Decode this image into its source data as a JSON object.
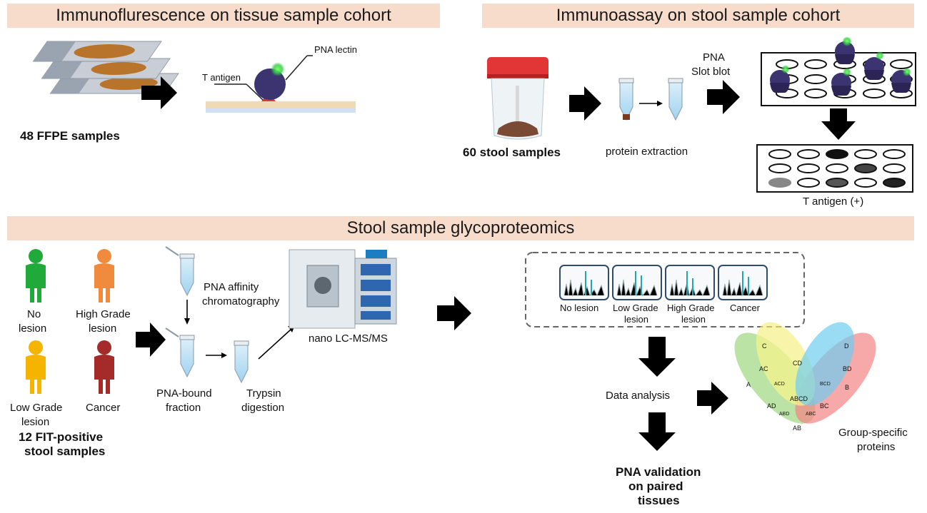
{
  "banners": {
    "tissue": "Immunoflurescence on tissue sample cohort",
    "stool_assay": "Immunoassay on stool sample cohort",
    "glyco": "Stool sample glycoproteomics"
  },
  "tissue": {
    "samples": "48 FFPE samples",
    "pna_lectin": "PNA lectin",
    "t_antigen": "T antigen"
  },
  "assay": {
    "samples": "60 stool samples",
    "extraction": "protein extraction",
    "slot_blot_line1": "PNA",
    "slot_blot_line2": "Slot blot",
    "t_antigen_pos": "T antigen (+)"
  },
  "glyco": {
    "groups": {
      "no_lesion_1": "No",
      "no_lesion_2": "lesion",
      "high_grade_1": "High Grade",
      "high_grade_2": "lesion",
      "low_grade_1": "Low Grade",
      "low_grade_2": "lesion",
      "cancer": "Cancer"
    },
    "samples_line1": "12 FIT-positive",
    "samples_line2": "stool samples",
    "affinity_1": "PNA affinity",
    "affinity_2": "chromatography",
    "bound_1": "PNA-bound",
    "bound_2": "fraction",
    "trypsin_1": "Trypsin",
    "trypsin_2": "digestion",
    "ms": "nano LC-MS/MS",
    "spectra": {
      "no_lesion": "No lesion",
      "low_1": "Low Grade",
      "low_2": "lesion",
      "high_1": "High Grade",
      "high_2": "lesion",
      "cancer": "Cancer"
    },
    "data_analysis": "Data analysis",
    "validation_1": "PNA validation",
    "validation_2": "on paired",
    "validation_3": "tissues",
    "group_specific_1": "Group-specific",
    "group_specific_2": "proteins",
    "venn": {
      "A": "A",
      "B": "B",
      "C": "C",
      "D": "D",
      "AC": "AC",
      "CD": "CD",
      "BD": "BD",
      "ACD": "ACD",
      "BCD": "BCD",
      "ABCD": "ABCD",
      "AD": "AD",
      "BC": "BC",
      "ABD": "ABD",
      "ABC": "ABC",
      "AB": "AB"
    }
  },
  "colors": {
    "banner": "#f8dccb",
    "no_lesion": "#1faa3a",
    "high_grade": "#f08a3c",
    "low_grade": "#f5b400",
    "cancer": "#a52a2a",
    "lectin": "#3c3470",
    "venn_A": "#8fd16a",
    "venn_B": "#f26d6d",
    "venn_C": "#f4f07a",
    "venn_D": "#56c4ee"
  }
}
